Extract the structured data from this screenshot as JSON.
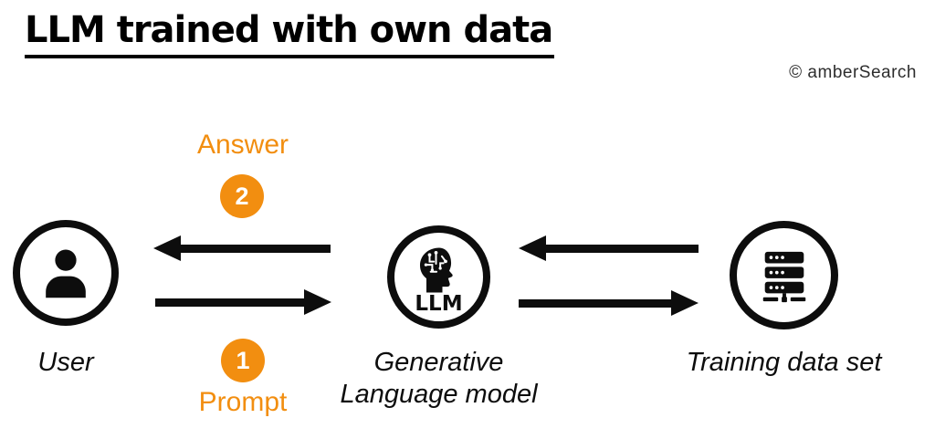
{
  "title": "LLM trained with own data",
  "copyright": "© amberSearch",
  "colors": {
    "accent": "#F28E10",
    "ink": "#0d0d0d"
  },
  "nodes": {
    "user": {
      "label": "User",
      "icon": "user-icon"
    },
    "llm": {
      "icon": "ai-head-circuit-icon",
      "icon_caption": "LLM",
      "label_line1": "Generative",
      "label_line2": "Language model"
    },
    "training": {
      "label": "Training data set",
      "icon": "server-icon"
    }
  },
  "flows": {
    "prompt": {
      "step": "1",
      "label": "Prompt",
      "direction": "user-to-llm"
    },
    "answer": {
      "step": "2",
      "label": "Answer",
      "direction": "llm-to-user"
    },
    "training_in": {
      "direction": "data-to-llm"
    },
    "training_out": {
      "direction": "llm-to-data"
    }
  }
}
